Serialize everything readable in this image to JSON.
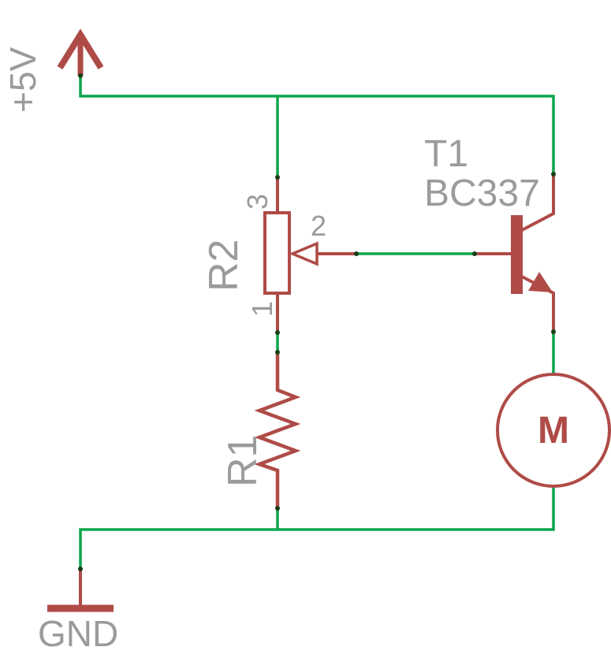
{
  "colors": {
    "wire": "#0CA64A",
    "part": "#AF4B47",
    "label": "#9B9B9B",
    "junction": "#1A3D1A",
    "background": "#FFFFFF"
  },
  "power": {
    "label": "+5V"
  },
  "ground": {
    "label": "GND"
  },
  "components": {
    "potentiometer": {
      "ref": "R2",
      "pin1": "1",
      "pin2": "2",
      "pin3": "3"
    },
    "resistor": {
      "ref": "R1"
    },
    "transistor": {
      "ref": "T1",
      "value": "BC337"
    },
    "motor": {
      "label": "M"
    }
  }
}
